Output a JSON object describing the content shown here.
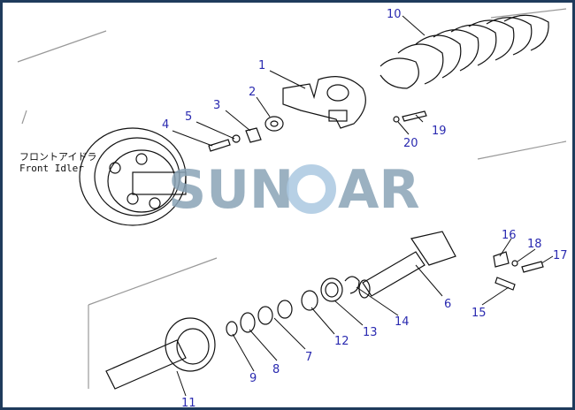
{
  "diagram": {
    "caption_jp": "フロントアイドラ",
    "caption_en": "Front Idler",
    "watermark": {
      "left": "SUN",
      "right": "AR"
    },
    "part_numbers": [
      "1",
      "2",
      "3",
      "4",
      "5",
      "6",
      "7",
      "8",
      "9",
      "10",
      "11",
      "12",
      "13",
      "14",
      "15",
      "16",
      "17",
      "18",
      "19",
      "20"
    ]
  },
  "colors": {
    "frame": "#1f3b5c",
    "callout": "#2a2ab0",
    "watermark": "#8aa3b6",
    "watermark_c": "#aac8e0"
  }
}
